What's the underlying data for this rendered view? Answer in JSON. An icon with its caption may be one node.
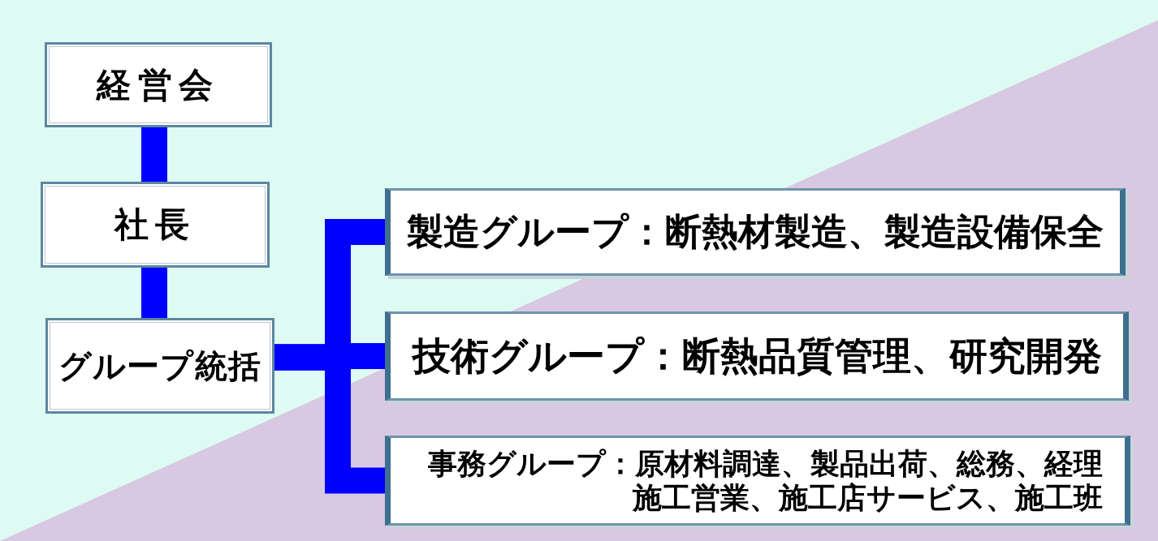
{
  "diagram": {
    "nodes": [
      {
        "text": [
          "経営会"
        ]
      },
      {
        "text": [
          "社長"
        ]
      },
      {
        "text": [
          "グループ統括"
        ]
      },
      {
        "text": [
          "製造グループ：断熱材製造、製造設備保全"
        ]
      },
      {
        "text": [
          "技術グループ：断熱品質管理、研究開発"
        ]
      },
      {
        "text": [
          "事務グループ：原材料調達、製品出荷、総務、経理施工営業、施工店サービス、施工班"
        ]
      }
    ],
    "edges": [
      {
        "from": 0,
        "to": 1,
        "arrow": "none"
      },
      {
        "from": 1,
        "to": 2,
        "arrow": "none"
      },
      {
        "from": 2,
        "to": 3,
        "arrow": "none"
      },
      {
        "from": 2,
        "to": 4,
        "arrow": "none"
      },
      {
        "from": 2,
        "to": 5,
        "arrow": "none"
      }
    ]
  }
}
